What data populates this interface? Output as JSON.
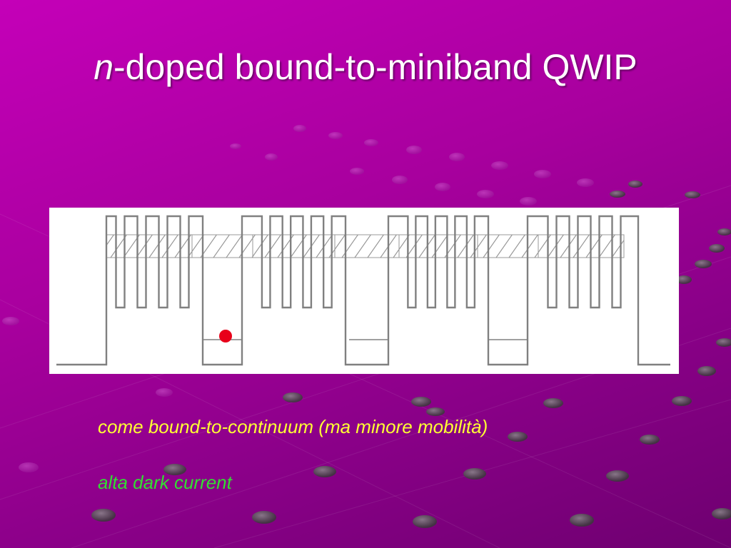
{
  "slide": {
    "title_italic": "n",
    "title_rest": "-doped bound-to-miniband QWIP",
    "notes": [
      "come bound-to-continuum (ma minore mobilità)",
      "alta dark current"
    ]
  },
  "colors": {
    "title": "#ffffff",
    "note_1": "#ffff33",
    "note_2": "#33dd33",
    "electron": "#e8001a",
    "potential_line": "#808080"
  },
  "diagram": {
    "electron_marker": "red-dot"
  }
}
